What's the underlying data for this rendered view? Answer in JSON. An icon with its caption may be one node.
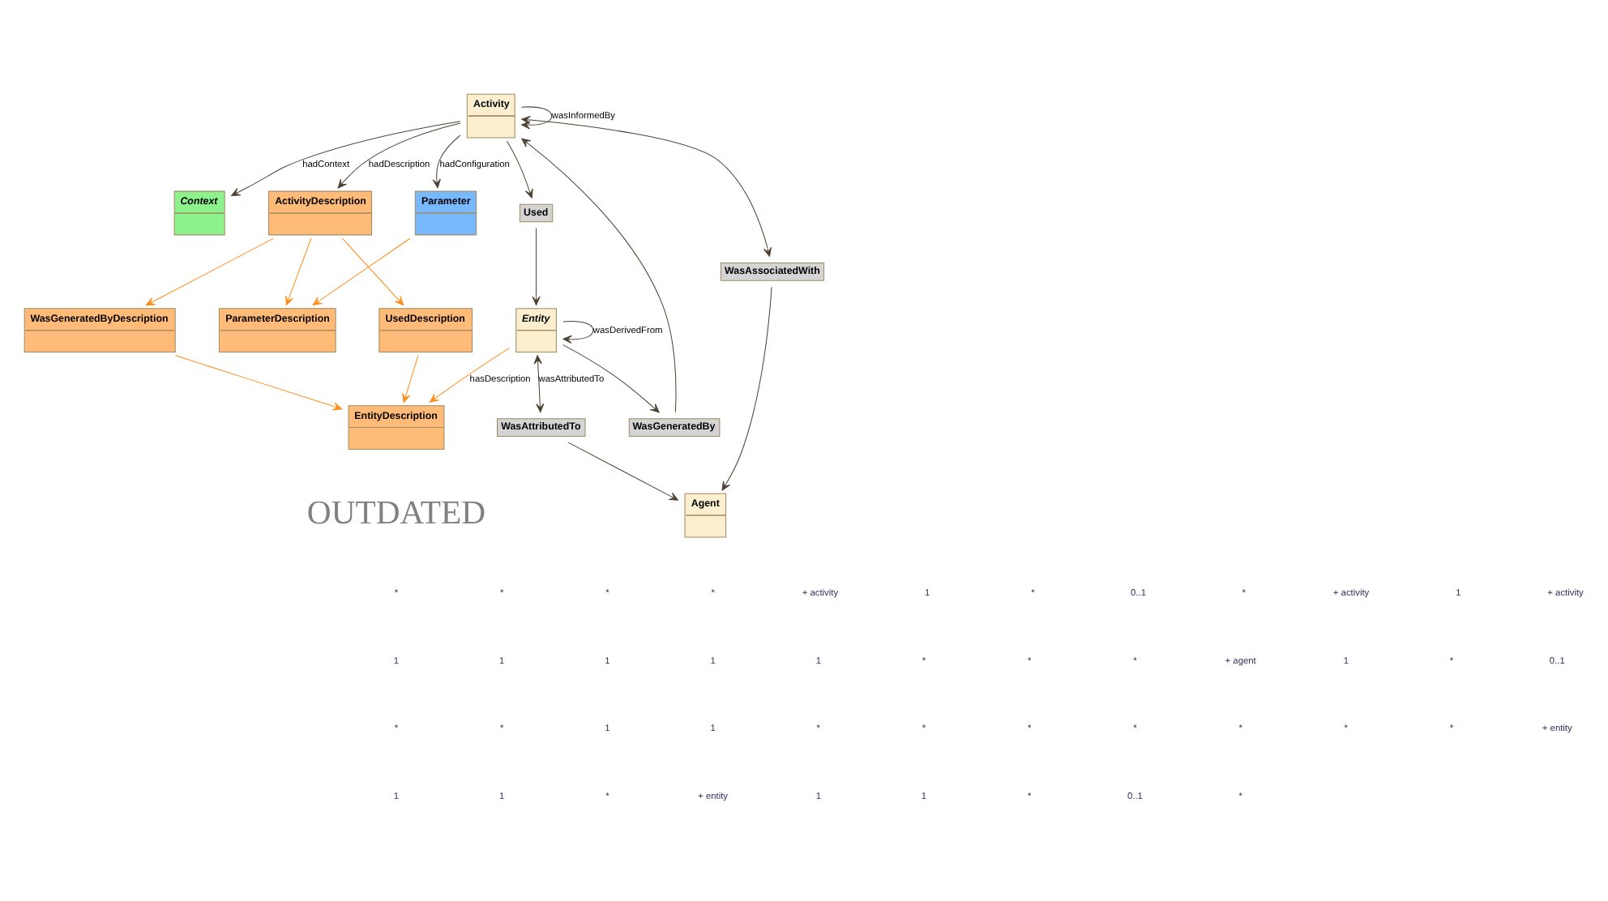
{
  "diagram": {
    "nodes": [
      {
        "text": [
          "Activity"
        ]
      },
      {
        "text": [
          "Context"
        ]
      },
      {
        "text": [
          "ActivityDescription"
        ]
      },
      {
        "text": [
          "WasAssociatedWith"
        ]
      },
      {
        "text": [
          "Agent"
        ]
      },
      {
        "text": [
          "Parameter"
        ]
      },
      {
        "text": [
          "ParameterDescription"
        ]
      },
      {
        "text": [
          "WasGeneratedBy"
        ]
      },
      {
        "text": [
          "Used"
        ]
      },
      {
        "text": [
          "UsedDescription"
        ]
      },
      {
        "text": [
          "WasGeneratedByDescription"
        ]
      },
      {
        "text": [
          "WasAttributedTo"
        ]
      },
      {
        "text": [
          "Entity"
        ]
      },
      {
        "text": [
          "EntityDescription"
        ]
      }
    ],
    "edges": [
      {
        "from": 0,
        "to": 0,
        "arrow": "to",
        "label": "wasInformedBy"
      },
      {
        "from": 0,
        "to": 1,
        "arrow": "to",
        "label": "hadContext"
      },
      {
        "from": 0,
        "to": 2,
        "arrow": "to",
        "label": "hadDescription"
      },
      {
        "from": 0,
        "to": 3,
        "arrow": "both"
      },
      {
        "from": 3,
        "to": 4,
        "arrow": "to"
      },
      {
        "from": 7,
        "to": 0,
        "arrow": "to"
      },
      {
        "from": 0,
        "to": 8,
        "arrow": "to"
      },
      {
        "from": 0,
        "to": 5,
        "arrow": "to",
        "label": "hadConfiguration"
      },
      {
        "from": 5,
        "to": 6,
        "arrow": "to",
        "color": "#ff8c1a"
      },
      {
        "from": 2,
        "to": 6,
        "arrow": "to",
        "color": "#ff8c1a"
      },
      {
        "from": 2,
        "to": 9,
        "arrow": "to",
        "color": "#ff8c1a"
      },
      {
        "from": 2,
        "to": 10,
        "arrow": "to",
        "color": "#ff8c1a"
      },
      {
        "from": 9,
        "to": 13,
        "arrow": "to",
        "color": "#ff8c1a"
      },
      {
        "from": 10,
        "to": 13,
        "arrow": "to",
        "color": "#ff8c1a"
      },
      {
        "from": 12,
        "to": 7,
        "arrow": "to"
      },
      {
        "from": 8,
        "to": 12,
        "arrow": "to"
      },
      {
        "from": 11,
        "to": 4,
        "arrow": "to"
      },
      {
        "from": 12,
        "to": 11,
        "arrow": "both",
        "label": "wasAttributedTo"
      },
      {
        "from": 12,
        "to": 12,
        "arrow": "to",
        "label": "wasDerivedFrom"
      },
      {
        "from": 12,
        "to": 13,
        "arrow": "to",
        "label": "hasDescription",
        "color": "#ff8c1a"
      }
    ],
    "labels": [
      "OUTDATED",
      "*",
      "*",
      "*",
      "*",
      "+ activity",
      "1",
      "*",
      "0..1",
      "*",
      "+ activity",
      "1",
      "+ activity",
      "1",
      "1",
      "1",
      "1",
      "1",
      "*",
      "*",
      "*",
      "+ agent",
      "1",
      "*",
      "0..1",
      "*",
      "*",
      "1",
      "1",
      "*",
      "*",
      "*",
      "*",
      "*",
      "*",
      "*",
      "+ entity",
      "1",
      "1",
      "*",
      "+ entity",
      "1",
      "1",
      "*",
      "0..1",
      "*"
    ]
  }
}
